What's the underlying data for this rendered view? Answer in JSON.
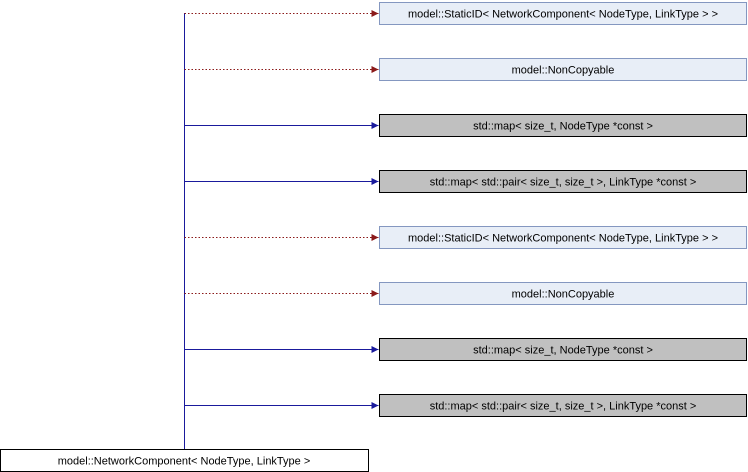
{
  "colors": {
    "link_dashed": "#8b1a1a",
    "link_solid": "#1a1a9c",
    "box_light_fill": "#e8eef7",
    "box_light_border": "#8497c0",
    "box_gray_fill": "#c0c0c0",
    "box_gray_border": "#000000",
    "derived_fill": "#ffffff",
    "derived_border": "#000000"
  },
  "derived_class": {
    "label": "model::NetworkComponent< NodeType, LinkType >"
  },
  "bases": [
    {
      "label": "model::StaticID< NetworkComponent< NodeType, LinkType > >",
      "style": "light",
      "edge": "dashed"
    },
    {
      "label": "model::NonCopyable",
      "style": "light",
      "edge": "dashed"
    },
    {
      "label": "std::map< size_t, NodeType *const >",
      "style": "gray",
      "edge": "solid"
    },
    {
      "label": "std::map< std::pair< size_t, size_t >, LinkType *const >",
      "style": "gray",
      "edge": "solid"
    },
    {
      "label": "model::StaticID< NetworkComponent< NodeType, LinkType > >",
      "style": "light",
      "edge": "dashed"
    },
    {
      "label": "model::NonCopyable",
      "style": "light",
      "edge": "dashed"
    },
    {
      "label": "std::map< size_t, NodeType *const >",
      "style": "gray",
      "edge": "solid"
    },
    {
      "label": "std::map< std::pair< size_t, size_t >, LinkType *const >",
      "style": "gray",
      "edge": "solid"
    }
  ]
}
